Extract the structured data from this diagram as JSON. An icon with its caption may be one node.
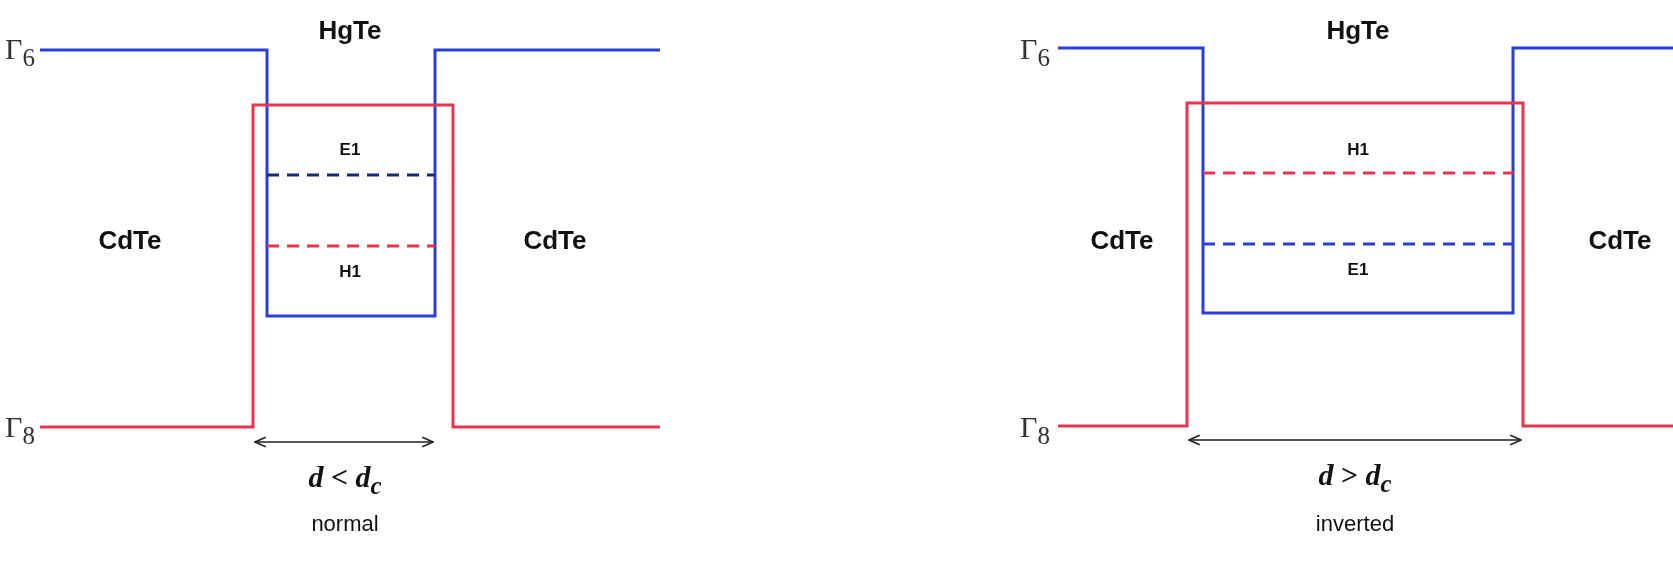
{
  "diagram": {
    "labels": [
      "Γ$_{6}$",
      "HgTe",
      "E1",
      "CdTe",
      "H1",
      "CdTe",
      "Γ$_{8}$",
      "*d* < *d*$_{c}$",
      "normal",
      "Γ$_{6}$",
      "HgTe",
      "H1",
      "CdTe",
      "E1",
      "CdTe",
      "Γ$_{8}$",
      "*d* > *d*$_{c}$",
      "inverted"
    ]
  }
}
